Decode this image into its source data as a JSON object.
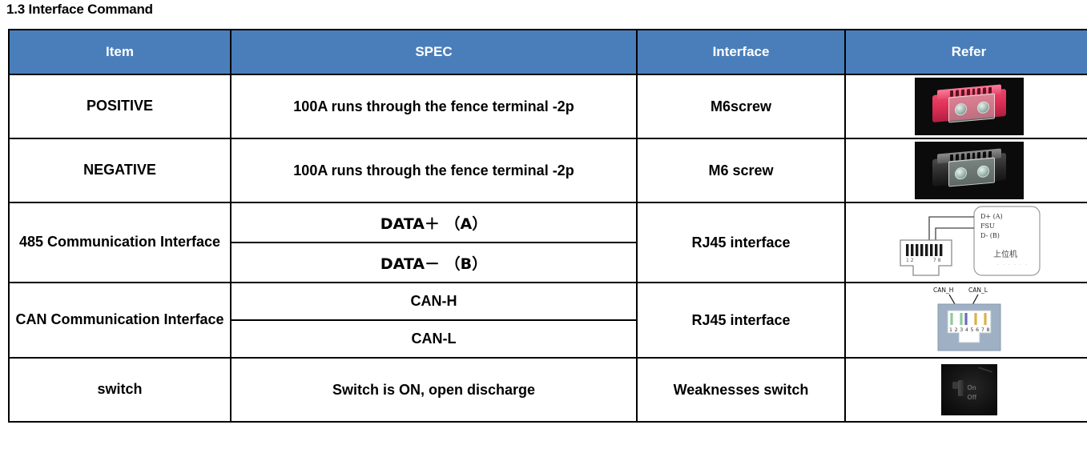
{
  "document": {
    "section_title": "1.3 Interface Command"
  },
  "table": {
    "headers": [
      "Item",
      "SPEC",
      "Interface",
      "Refer"
    ],
    "header_bg": "#4a7ebb",
    "header_color": "#ffffff",
    "border_color": "#000000",
    "rows": [
      {
        "item": "POSITIVE",
        "spec": [
          "100A runs through the fence terminal -2p"
        ],
        "interface": "M6screw",
        "refer_type": "photo-red-terminal-block"
      },
      {
        "item": "NEGATIVE",
        "spec": [
          "100A runs through the fence terminal -2p"
        ],
        "interface": "M6 screw",
        "refer_type": "photo-black-terminal-block"
      },
      {
        "item": "485 Communication Interface",
        "spec": [
          "DATA＋ （A）",
          "DATA－ （B）"
        ],
        "interface": "RJ45 interface",
        "refer_type": "diagram-rs485-host"
      },
      {
        "item": "CAN Communication Interface",
        "spec": [
          "CAN-H",
          "CAN-L"
        ],
        "interface": "RJ45 interface",
        "refer_type": "diagram-can-rj45"
      },
      {
        "item": "switch",
        "spec": [
          "Switch is ON, open discharge"
        ],
        "interface": "Weaknesses switch",
        "refer_type": "photo-toggle-switch"
      }
    ]
  },
  "diagrams": {
    "rs485": {
      "labels": [
        "D+ (A)",
        "FSU",
        "D- (B)"
      ],
      "host_label": "上位机",
      "host_dots": "· · · · · ·",
      "connector_pin_marks": [
        "1 2",
        "7 8"
      ]
    },
    "can": {
      "label_high": "CAN_H",
      "label_low": "CAN_L",
      "pin_numbers": [
        "1",
        "2",
        "3",
        "4",
        "5",
        "6",
        "7",
        "8"
      ],
      "pin_colors": [
        "#8fc99a",
        "#ffffff",
        "#8fc99a",
        "#6b6bbf",
        "#ffffff",
        "#d9b24c",
        "#ffffff",
        "#d9b24c"
      ],
      "body_color": "#9fb0c4",
      "highlighted_pins": [
        4,
        5
      ]
    },
    "switch": {
      "on_label": "On",
      "off_label": "Off"
    }
  }
}
